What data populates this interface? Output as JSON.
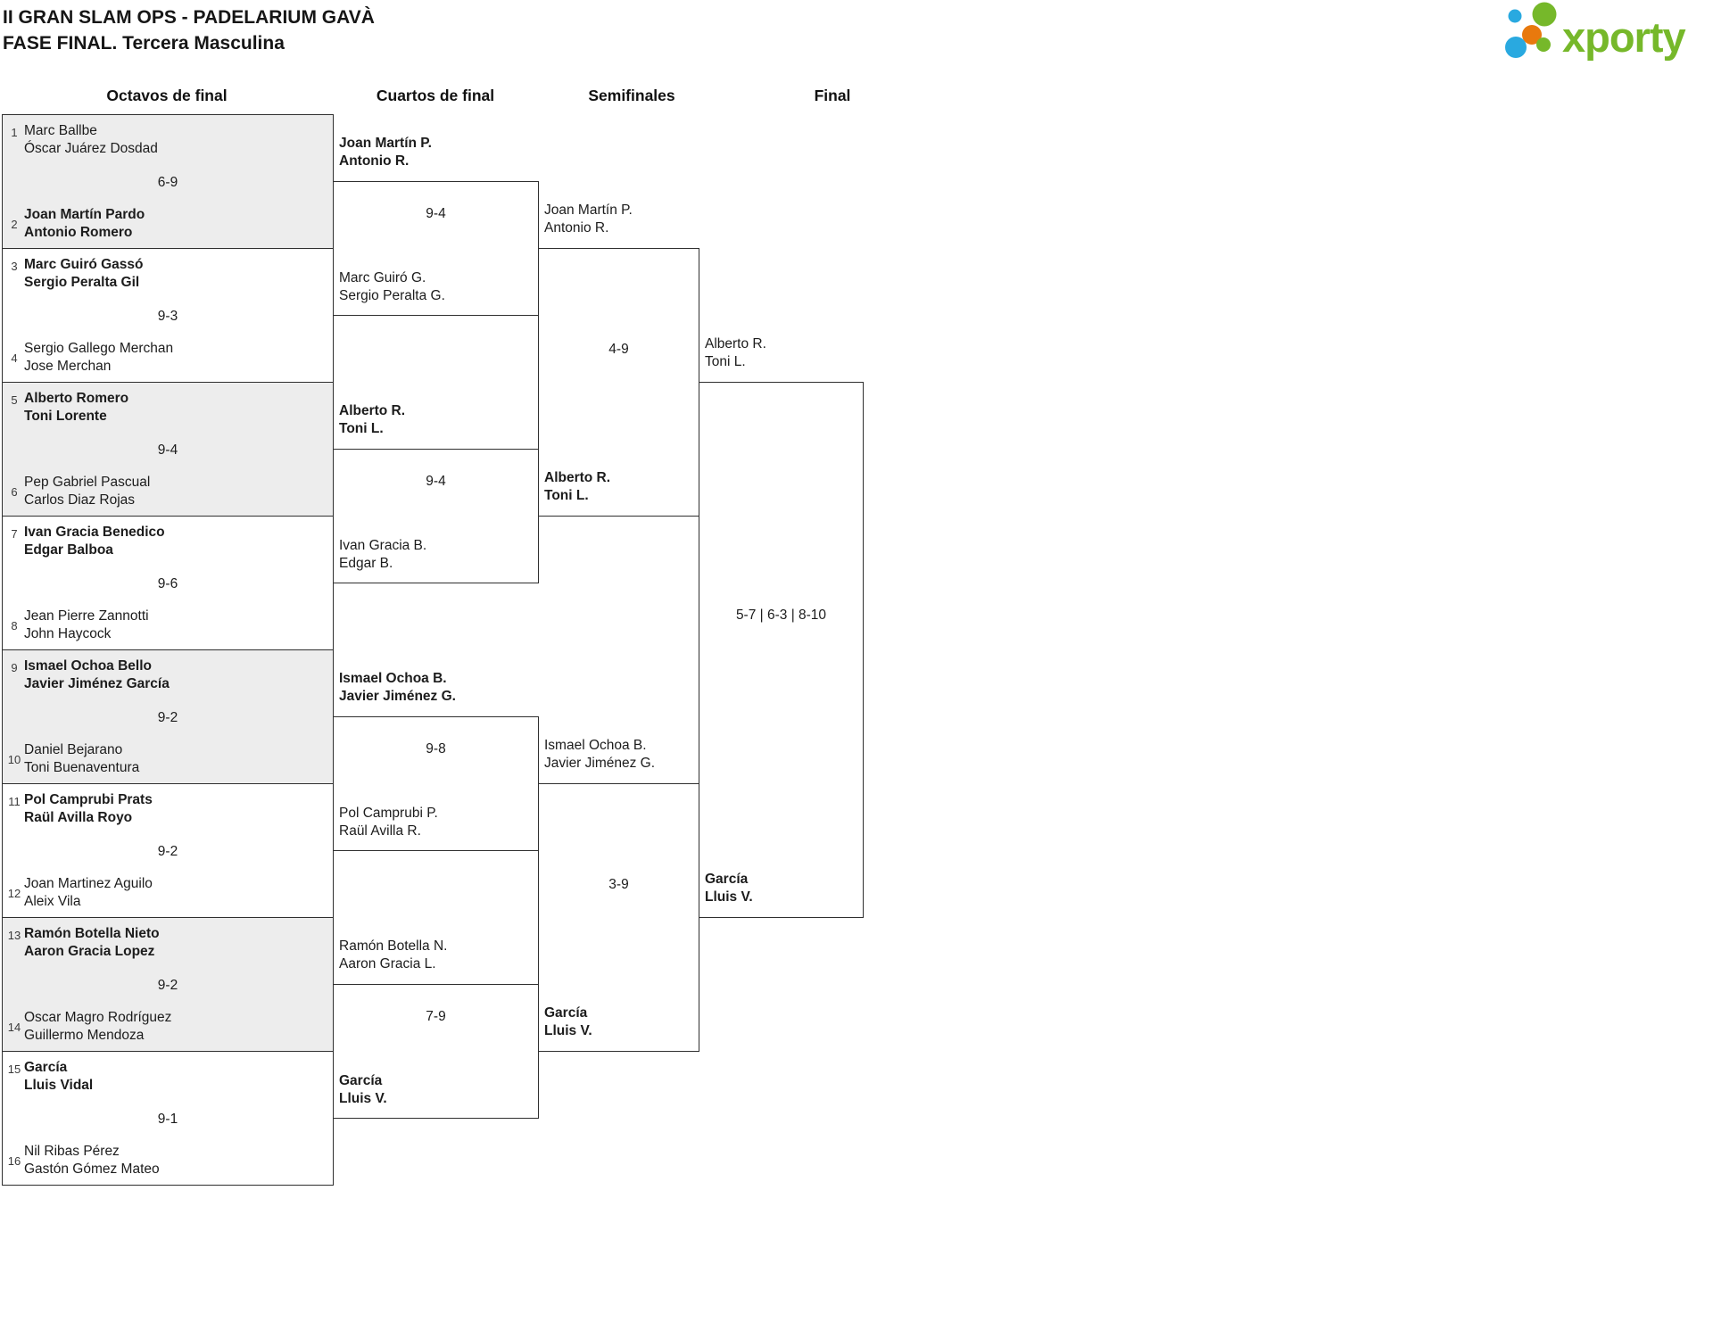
{
  "title": {
    "line1": "II GRAN SLAM OPS - PADELARIUM GAVÀ",
    "line2": "FASE FINAL. Tercera Masculina"
  },
  "logo": {
    "brand": "xporty",
    "colors": {
      "green": "#76b82a",
      "blue": "#29a9e0",
      "orange": "#e8790d"
    }
  },
  "rounds": {
    "r16": "Octavos de final",
    "qf": "Cuartos de final",
    "sf": "Semifinales",
    "final": "Final"
  },
  "r16_matches": [
    {
      "seed_a": "1",
      "team_a1": "Marc Ballbe",
      "team_a2": "Óscar Juárez Dosdad",
      "bold_a": false,
      "score": "6-9",
      "seed_b": "2",
      "team_b1": "Joan Martín Pardo",
      "team_b2": "Antonio Romero",
      "bold_b": true
    },
    {
      "seed_a": "3",
      "team_a1": "Marc Guiró Gassó",
      "team_a2": "Sergio Peralta Gil",
      "bold_a": true,
      "score": "9-3",
      "seed_b": "4",
      "team_b1": "Sergio Gallego Merchan",
      "team_b2": "Jose Merchan",
      "bold_b": false
    },
    {
      "seed_a": "5",
      "team_a1": "Alberto Romero",
      "team_a2": "Toni Lorente",
      "bold_a": true,
      "score": "9-4",
      "seed_b": "6",
      "team_b1": "Pep Gabriel Pascual",
      "team_b2": "Carlos Diaz Rojas",
      "bold_b": false
    },
    {
      "seed_a": "7",
      "team_a1": "Ivan Gracia Benedico",
      "team_a2": "Edgar Balboa",
      "bold_a": true,
      "score": "9-6",
      "seed_b": "8",
      "team_b1": "Jean Pierre Zannotti",
      "team_b2": "John Haycock",
      "bold_b": false
    },
    {
      "seed_a": "9",
      "team_a1": "Ismael Ochoa Bello",
      "team_a2": "Javier Jiménez García",
      "bold_a": true,
      "score": "9-2",
      "seed_b": "10",
      "team_b1": "Daniel Bejarano",
      "team_b2": "Toni Buenaventura",
      "bold_b": false
    },
    {
      "seed_a": "11",
      "team_a1": "Pol Camprubi Prats",
      "team_a2": "Raül Avilla Royo",
      "bold_a": true,
      "score": "9-2",
      "seed_b": "12",
      "team_b1": "Joan Martinez Aguilo",
      "team_b2": "Aleix Vila",
      "bold_b": false
    },
    {
      "seed_a": "13",
      "team_a1": "Ramón Botella Nieto",
      "team_a2": "Aaron Gracia Lopez",
      "bold_a": true,
      "score": "9-2",
      "seed_b": "14",
      "team_b1": "Oscar Magro Rodríguez",
      "team_b2": "Guillermo Mendoza",
      "bold_b": false
    },
    {
      "seed_a": "15",
      "team_a1": "García",
      "team_a2": "Lluis Vidal",
      "bold_a": true,
      "score": "9-1",
      "seed_b": "16",
      "team_b1": "Nil Ribas Pérez",
      "team_b2": "Gastón Gómez Mateo",
      "bold_b": false
    }
  ],
  "qf_matches": [
    {
      "team_a1": "Joan Martín P.",
      "team_a2": "Antonio R.",
      "bold_a": true,
      "score": "9-4",
      "team_b1": "Marc Guiró G.",
      "team_b2": "Sergio Peralta G.",
      "bold_b": false
    },
    {
      "team_a1": "Alberto R.",
      "team_a2": "Toni L.",
      "bold_a": true,
      "score": "9-4",
      "team_b1": "Ivan Gracia B.",
      "team_b2": "Edgar B.",
      "bold_b": false
    },
    {
      "team_a1": "Ismael Ochoa B.",
      "team_a2": "Javier Jiménez G.",
      "bold_a": true,
      "score": "9-8",
      "team_b1": "Pol Camprubi P.",
      "team_b2": "Raül Avilla R.",
      "bold_b": false
    },
    {
      "team_a1": "Ramón Botella N.",
      "team_a2": "Aaron Gracia L.",
      "bold_a": false,
      "score": "7-9",
      "team_b1": "García",
      "team_b2": "Lluis V.",
      "bold_b": true
    }
  ],
  "sf_matches": [
    {
      "team_a1": "Joan Martín P.",
      "team_a2": "Antonio R.",
      "bold_a": false,
      "score": "4-9",
      "team_b1": "Alberto R.",
      "team_b2": "Toni L.",
      "bold_b": true
    },
    {
      "team_a1": "Ismael Ochoa B.",
      "team_a2": "Javier Jiménez G.",
      "bold_a": false,
      "score": "3-9",
      "team_b1": "García",
      "team_b2": "Lluis V.",
      "bold_b": true
    }
  ],
  "final_match": {
    "team_a1": "Alberto R.",
    "team_a2": "Toni L.",
    "bold_a": false,
    "score": "5-7 | 6-3 | 8-10",
    "team_b1": "García",
    "team_b2": "Lluis V.",
    "bold_b": true
  }
}
